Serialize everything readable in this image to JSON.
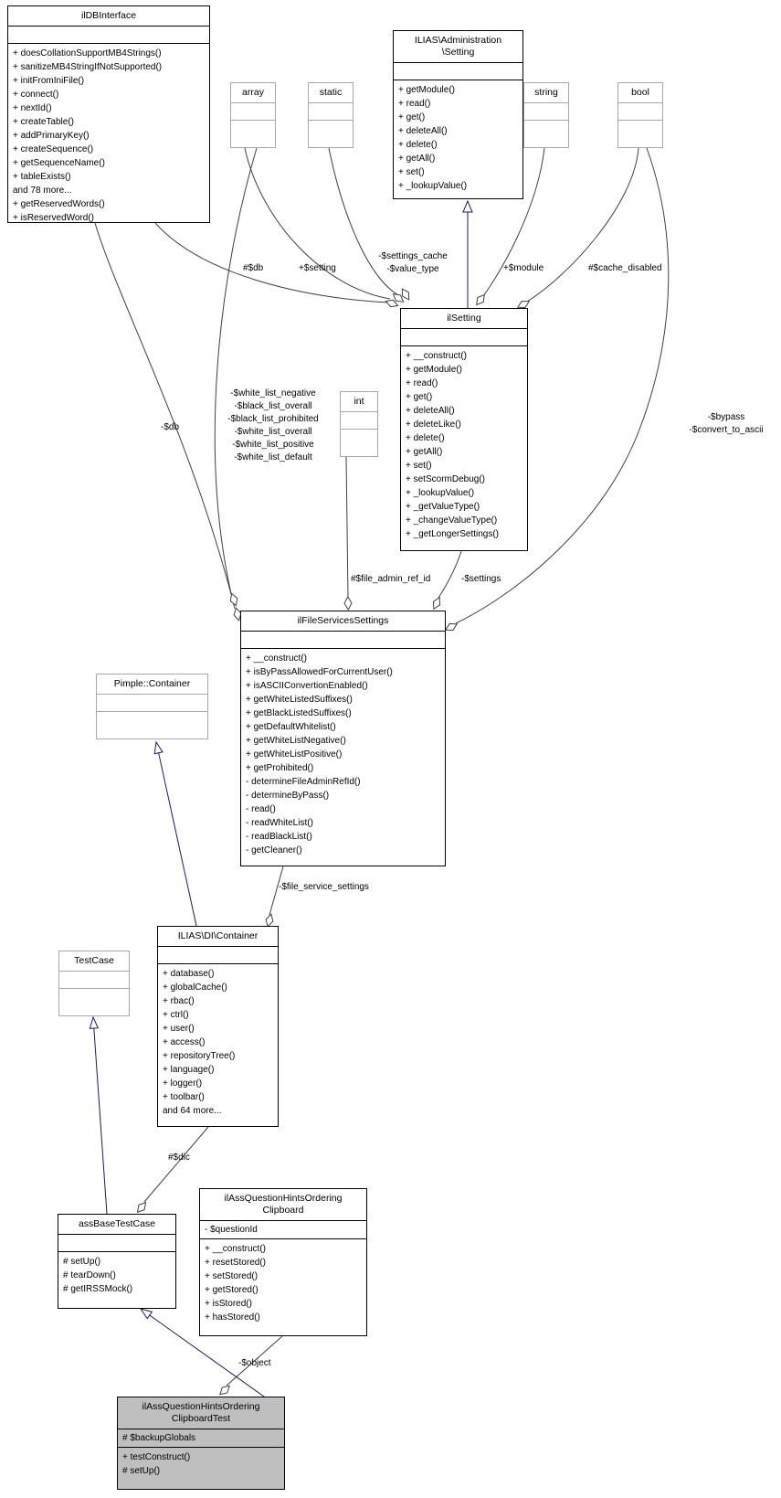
{
  "diagram": {
    "kind": "doxygen-collaboration-diagram",
    "colors": {
      "edge": "#404040",
      "inheritance_edge": "#191970",
      "class_border": "#000000",
      "external_class_border": "#a9a9a9",
      "class_fill": "#ffffff",
      "highlighted_class_fill": "#bfbfbf"
    }
  },
  "classes": {
    "ildbinterface": {
      "title": "ilDBInterface",
      "attributes": [],
      "methods": [
        "+ doesCollationSupportMB4Strings()",
        "+ sanitizeMB4StringIfNotSupported()",
        "+ initFromIniFile()",
        "+ connect()",
        "+ nextId()",
        "+ createTable()",
        "+ addPrimaryKey()",
        "+ createSequence()",
        "+ getSequenceName()",
        "+ tableExists()",
        "and 78 more...",
        "+ getReservedWords()",
        "+ isReservedWord()"
      ]
    },
    "admin_setting": {
      "title": "ILIAS\\Administration\n\\Setting",
      "attributes": [],
      "methods": [
        "+ getModule()",
        "+ read()",
        "+ get()",
        "+ deleteAll()",
        "+ delete()",
        "+ getAll()",
        "+ set()",
        "+ _lookupValue()"
      ]
    },
    "array": {
      "title": "array",
      "attributes": [],
      "methods": []
    },
    "static": {
      "title": "static",
      "attributes": [],
      "methods": []
    },
    "string": {
      "title": "string",
      "attributes": [],
      "methods": []
    },
    "bool": {
      "title": "bool",
      "attributes": [],
      "methods": []
    },
    "int": {
      "title": "int",
      "attributes": [],
      "methods": []
    },
    "ilsetting": {
      "title": "ilSetting",
      "attributes": [],
      "methods": [
        "+ __construct()",
        "+ getModule()",
        "+ read()",
        "+ get()",
        "+ deleteAll()",
        "+ deleteLike()",
        "+ delete()",
        "+ getAll()",
        "+ set()",
        "+ setScormDebug()",
        "+ _lookupValue()",
        "+ _getValueType()",
        "+ _changeValueType()",
        "+ _getLongerSettings()"
      ]
    },
    "filesettings": {
      "title": "ilFileServicesSettings",
      "attributes": [],
      "methods": [
        "+ __construct()",
        "+ isByPassAllowedForCurrentUser()",
        "+ isASCIIConvertionEnabled()",
        "+ getWhiteListedSuffixes()",
        "+ getBlackListedSuffixes()",
        "+ getDefaultWhitelist()",
        "+ getWhiteListNegative()",
        "+ getWhiteListPositive()",
        "+ getProhibited()",
        "- determineFileAdminRefId()",
        "- determineByPass()",
        "- read()",
        "- readWhiteList()",
        "- readBlackList()",
        "- getCleaner()"
      ]
    },
    "pimple": {
      "title": "Pimple::Container",
      "attributes": [],
      "methods": []
    },
    "dicontainer": {
      "title": "ILIAS\\DI\\Container",
      "attributes": [],
      "methods": [
        "+ database()",
        "+ globalCache()",
        "+ rbac()",
        "+ ctrl()",
        "+ user()",
        "+ access()",
        "+ repositoryTree()",
        "+ language()",
        "+ logger()",
        "+ toolbar()",
        "and 64 more..."
      ]
    },
    "testcase": {
      "title": "TestCase",
      "attributes": [],
      "methods": []
    },
    "assbase": {
      "title": "assBaseTestCase",
      "attributes": [],
      "methods": [
        "# setUp()",
        "# tearDown()",
        "# getIRSSMock()"
      ]
    },
    "clipboard": {
      "title": "ilAssQuestionHintsOrdering\nClipboard",
      "attributes": [
        "- $questionId"
      ],
      "methods": [
        "+ __construct()",
        "+ resetStored()",
        "+ setStored()",
        "+ getStored()",
        "+ isStored()",
        "+ hasStored()"
      ]
    },
    "clipboardtest": {
      "title": "ilAssQuestionHintsOrdering\nClipboardTest",
      "attributes": [
        "# $backupGlobals"
      ],
      "methods": [
        "+ testConstruct()",
        "# setUp()"
      ]
    }
  },
  "labels": {
    "db_setting": "#$db",
    "setting_member": "+$setting",
    "settings_cache": "-$settings_cache\n-$value_type",
    "module": "+$module",
    "cache_disabled": "#$cache_disabled",
    "db_fss": "-$db",
    "white_lists": "-$white_list_negative\n-$black_list_overall\n-$black_list_prohibited\n-$white_list_overall\n-$white_list_positive\n-$white_list_default",
    "bypass": "-$bypass\n-$convert_to_ascii",
    "file_admin_ref_id": "#$file_admin_ref_id",
    "settings": "-$settings",
    "file_service_settings": "-$file_service_settings",
    "dic": "#$dic",
    "object": "-$object"
  },
  "relations": [
    {
      "from": "ilDBInterface",
      "to": "ilSetting",
      "label": "#$db",
      "kind": "aggregation"
    },
    {
      "from": "array",
      "to": "ilSetting",
      "label": "+$setting",
      "kind": "aggregation"
    },
    {
      "from": "static",
      "to": "ilSetting",
      "label": "-$settings_cache -$value_type",
      "kind": "aggregation"
    },
    {
      "from": "string",
      "to": "ilSetting",
      "label": "+$module",
      "kind": "aggregation"
    },
    {
      "from": "bool",
      "to": "ilSetting",
      "label": "#$cache_disabled",
      "kind": "aggregation"
    },
    {
      "from": "ilSetting",
      "to": "ILIAS\\Administration\\Setting",
      "kind": "inheritance"
    },
    {
      "from": "ilDBInterface",
      "to": "ilFileServicesSettings",
      "label": "-$db",
      "kind": "aggregation"
    },
    {
      "from": "array",
      "to": "ilFileServicesSettings",
      "label": "-$white_list_negative -$black_list_overall -$black_list_prohibited -$white_list_overall -$white_list_positive -$white_list_default",
      "kind": "aggregation"
    },
    {
      "from": "int",
      "to": "ilFileServicesSettings",
      "label": "#$file_admin_ref_id",
      "kind": "aggregation"
    },
    {
      "from": "ilSetting",
      "to": "ilFileServicesSettings",
      "label": "-$settings",
      "kind": "aggregation"
    },
    {
      "from": "bool",
      "to": "ilFileServicesSettings",
      "label": "-$bypass -$convert_to_ascii",
      "kind": "aggregation"
    },
    {
      "from": "ilFileServicesSettings",
      "to": "ILIAS\\DI\\Container",
      "label": "-$file_service_settings",
      "kind": "aggregation"
    },
    {
      "from": "ILIAS\\DI\\Container",
      "to": "Pimple::Container",
      "kind": "inheritance"
    },
    {
      "from": "ILIAS\\DI\\Container",
      "to": "assBaseTestCase",
      "label": "#$dic",
      "kind": "aggregation"
    },
    {
      "from": "assBaseTestCase",
      "to": "TestCase",
      "kind": "inheritance"
    },
    {
      "from": "ilAssQuestionHintsOrderingClipboard",
      "to": "ilAssQuestionHintsOrderingClipboardTest",
      "label": "-$object",
      "kind": "aggregation"
    },
    {
      "from": "ilAssQuestionHintsOrderingClipboardTest",
      "to": "assBaseTestCase",
      "kind": "inheritance"
    }
  ]
}
